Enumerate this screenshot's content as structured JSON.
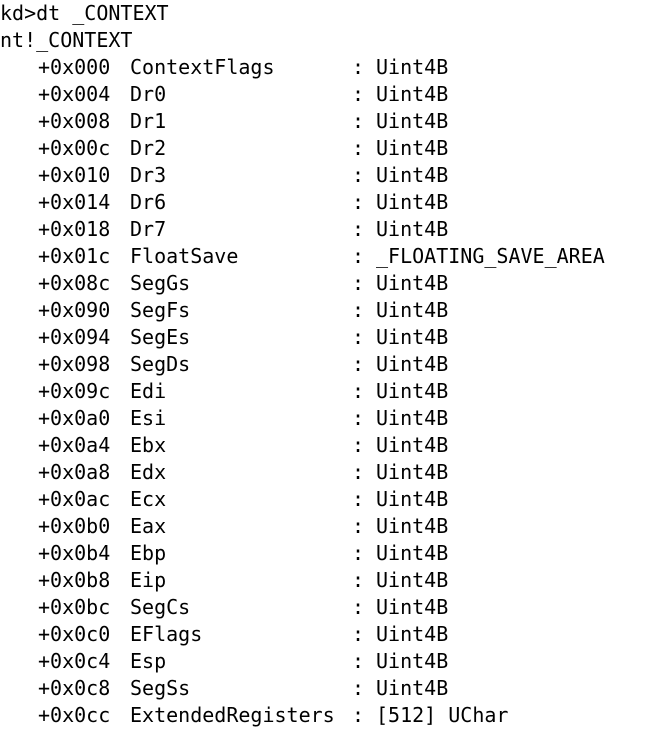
{
  "command": {
    "prompt": "kd>",
    "text": "dt _CONTEXT"
  },
  "type_name": "nt!_CONTEXT",
  "fields": [
    {
      "offset": "+0x000",
      "name": "ContextFlags",
      "type": "Uint4B"
    },
    {
      "offset": "+0x004",
      "name": "Dr0",
      "type": "Uint4B"
    },
    {
      "offset": "+0x008",
      "name": "Dr1",
      "type": "Uint4B"
    },
    {
      "offset": "+0x00c",
      "name": "Dr2",
      "type": "Uint4B"
    },
    {
      "offset": "+0x010",
      "name": "Dr3",
      "type": "Uint4B"
    },
    {
      "offset": "+0x014",
      "name": "Dr6",
      "type": "Uint4B"
    },
    {
      "offset": "+0x018",
      "name": "Dr7",
      "type": "Uint4B"
    },
    {
      "offset": "+0x01c",
      "name": "FloatSave",
      "type": "_FLOATING_SAVE_AREA"
    },
    {
      "offset": "+0x08c",
      "name": "SegGs",
      "type": "Uint4B"
    },
    {
      "offset": "+0x090",
      "name": "SegFs",
      "type": "Uint4B"
    },
    {
      "offset": "+0x094",
      "name": "SegEs",
      "type": "Uint4B"
    },
    {
      "offset": "+0x098",
      "name": "SegDs",
      "type": "Uint4B"
    },
    {
      "offset": "+0x09c",
      "name": "Edi",
      "type": "Uint4B"
    },
    {
      "offset": "+0x0a0",
      "name": "Esi",
      "type": "Uint4B"
    },
    {
      "offset": "+0x0a4",
      "name": "Ebx",
      "type": "Uint4B"
    },
    {
      "offset": "+0x0a8",
      "name": "Edx",
      "type": "Uint4B"
    },
    {
      "offset": "+0x0ac",
      "name": "Ecx",
      "type": "Uint4B"
    },
    {
      "offset": "+0x0b0",
      "name": "Eax",
      "type": "Uint4B"
    },
    {
      "offset": "+0x0b4",
      "name": "Ebp",
      "type": "Uint4B"
    },
    {
      "offset": "+0x0b8",
      "name": "Eip",
      "type": "Uint4B"
    },
    {
      "offset": "+0x0bc",
      "name": "SegCs",
      "type": "Uint4B"
    },
    {
      "offset": "+0x0c0",
      "name": "EFlags",
      "type": "Uint4B"
    },
    {
      "offset": "+0x0c4",
      "name": "Esp",
      "type": "Uint4B"
    },
    {
      "offset": "+0x0c8",
      "name": "SegSs",
      "type": "Uint4B"
    },
    {
      "offset": "+0x0cc",
      "name": "ExtendedRegisters",
      "type": "[512] UChar"
    }
  ]
}
